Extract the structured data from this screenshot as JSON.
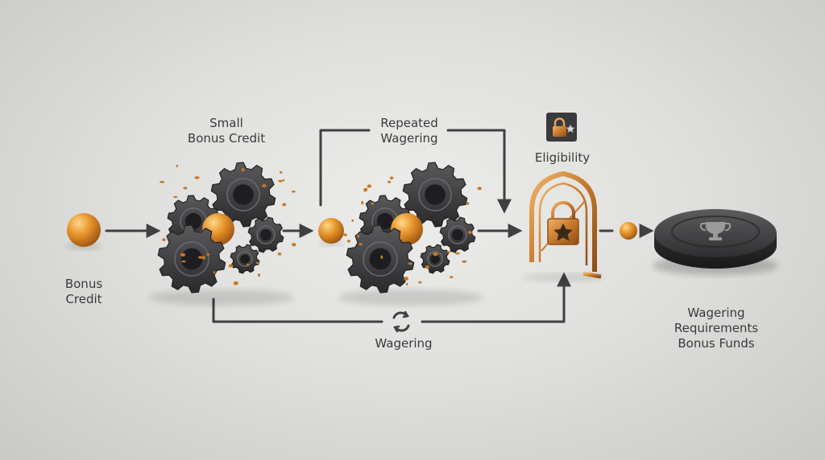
{
  "labels": {
    "bonus_credit": [
      "Bonus",
      "Credit"
    ],
    "small_bonus_credit": [
      "Small",
      "Bonus Credit"
    ],
    "repeated_wagering": [
      "Repeated",
      "Wagering"
    ],
    "eligibility": "Eligibility",
    "wagering": "Wagering",
    "result": [
      "Wagering",
      "Requirements",
      "Bonus Funds"
    ]
  },
  "icons": {
    "coin": "coin-icon",
    "gears": "gear-icon",
    "lock": "lock-icon",
    "gate": "gate-icon",
    "cycle": "cycle-icon",
    "trophy": "trophy-icon"
  },
  "colors": {
    "coin": "#e8952c",
    "coin_highlight": "#ffcf7a",
    "gear": "#3d3d3f",
    "gold": "#c7782a",
    "arrow": "#404040",
    "text": "#3a3a3a"
  }
}
